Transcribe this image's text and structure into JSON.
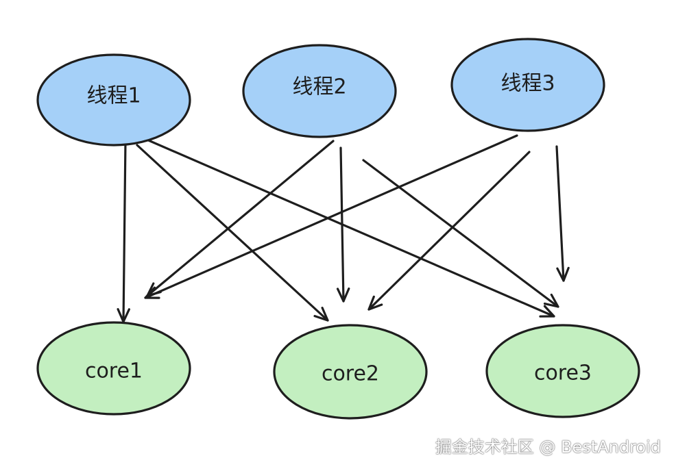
{
  "colors": {
    "thread_fill": "#a5d0f8",
    "core_fill": "#c3efc0",
    "stroke": "#1e1e1e"
  },
  "threads": [
    {
      "id": "t1",
      "label": "线程1"
    },
    {
      "id": "t2",
      "label": "线程2"
    },
    {
      "id": "t3",
      "label": "线程3"
    }
  ],
  "cores": [
    {
      "id": "c1",
      "label": "core1"
    },
    {
      "id": "c2",
      "label": "core2"
    },
    {
      "id": "c3",
      "label": "core3"
    }
  ],
  "edges": [
    {
      "from": "t1",
      "to": "c1"
    },
    {
      "from": "t1",
      "to": "c2"
    },
    {
      "from": "t1",
      "to": "c3"
    },
    {
      "from": "t2",
      "to": "c1"
    },
    {
      "from": "t2",
      "to": "c2"
    },
    {
      "from": "t2",
      "to": "c3"
    },
    {
      "from": "t3",
      "to": "c1"
    },
    {
      "from": "t3",
      "to": "c2"
    },
    {
      "from": "t3",
      "to": "c3"
    }
  ],
  "watermark": "掘金技术社区 @ BestAndroid"
}
